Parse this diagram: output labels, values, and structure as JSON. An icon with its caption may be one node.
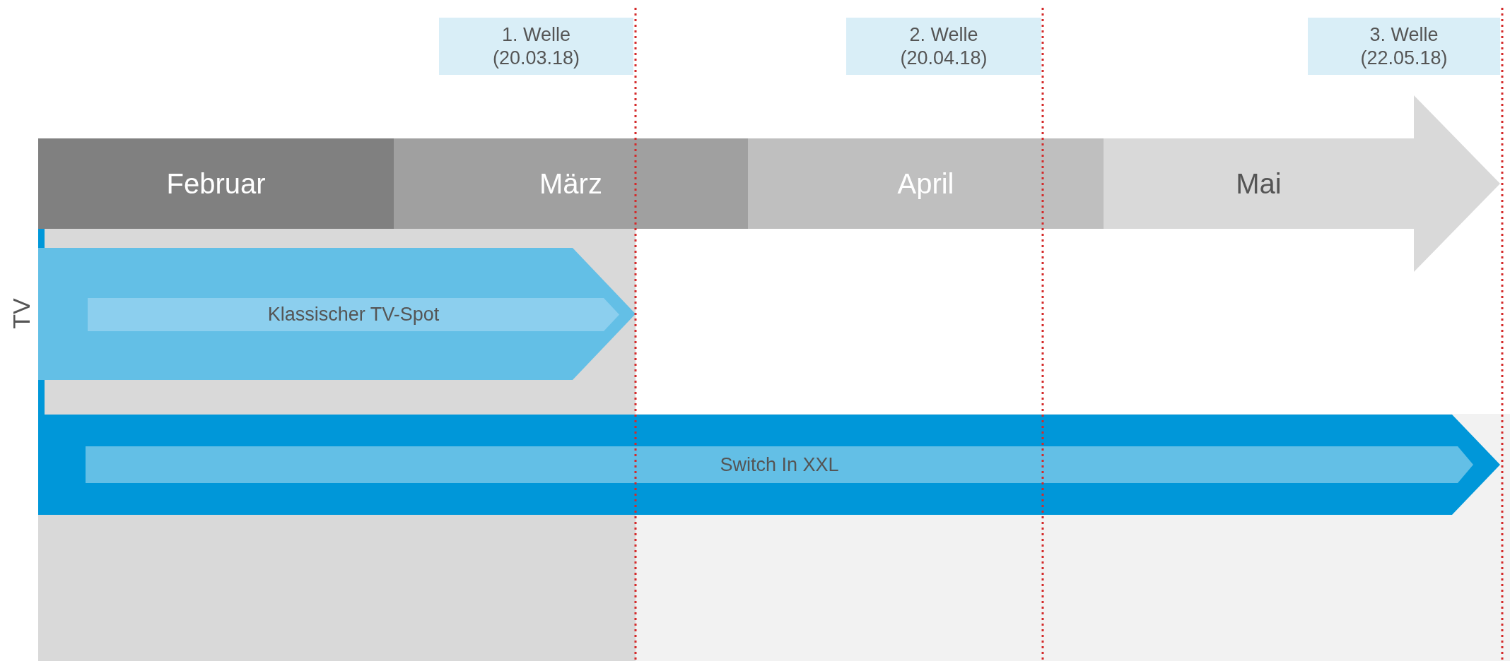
{
  "diagram": {
    "nodes": [
      {
        "text": [
          "1. Welle (20.03.18)"
        ]
      },
      {
        "text": [
          "2. Welle (20.04.18)"
        ]
      },
      {
        "text": [
          "3. Welle (22.05.18)"
        ]
      },
      {
        "text": [
          "Februar"
        ]
      },
      {
        "text": [
          "März"
        ]
      },
      {
        "text": [
          "April"
        ]
      },
      {
        "text": [
          "Mai"
        ]
      },
      {
        "text": [],
        "shape": "arrow"
      },
      {
        "text": [
          "Klassischer TV-Spot"
        ],
        "in": 7
      },
      {
        "text": [],
        "shape": "arrow"
      },
      {
        "text": [
          "Switch In XXL"
        ],
        "in": 9
      }
    ],
    "labels": [
      "TV"
    ]
  }
}
